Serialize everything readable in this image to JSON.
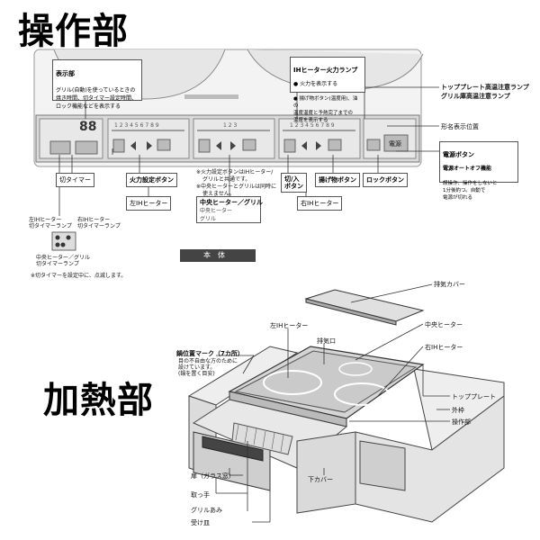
{
  "headings": {
    "operation": "操作部",
    "heating": "加熱部"
  },
  "top": {
    "display_title": "表示部",
    "display_desc": "グリル(自動)を使っているときの\n焼き時間、切タイマー設定時間、\nロック機能などを表示する",
    "ih_lamp_title": "IHヒーター火力ランプ",
    "ih_lamp_desc1": "● 火力を表示する",
    "ih_lamp_desc2": "● 揚げ物ボタン(温度用)、油の\n温度温度と予熱完了までの\n温度を表示する",
    "top_plate_lamp": "トッププレート高温注意ランプ",
    "grill_lamp": "グリル庫高温注意ランプ",
    "brand_position": "形名表示位置",
    "power_button": "電源ボタン",
    "auto_off_title": "電源オートオフ機能",
    "auto_off_desc": "誤操作、操作をしないと\n1分後約つ。自動で\n電源が切れる",
    "timer_label": "切タイマー",
    "power_set": "火力設定ボタン",
    "left_ih": "左IHヒーター",
    "note1": "※火力設定ボタンはIHヒーター/",
    "note2": "グリルと共通です。",
    "note3": "※中央ヒーターとグリルは同時に",
    "note4": "使えません。",
    "center_grill": "中央ヒーター／グリル",
    "center_heater_sub": "中央ヒーター",
    "grill_sub": "グリル",
    "off_on": "切/入\nボタン",
    "fry_button": "揚げ物ボタン",
    "right_ih": "右IHヒーター",
    "lock_button": "ロックボタン",
    "timer_lamp_left": "左IHヒーター\n切タイマーランプ",
    "timer_lamp_right": "右IHヒーター\n切タイマーランプ",
    "timer_lamp_center": "中央ヒーター／グリル\n切タイマーランプ",
    "timer_lamp_note": "※切タイマーを設定中に、点滅します。",
    "scale_numbers": "1 2 3 4 5 6 7 8 9",
    "center_scale": "1 2 3",
    "badge": "本体",
    "display_digits": "88",
    "button_power": "電源"
  },
  "bottom": {
    "exhaust_cover": "排気カバー",
    "left_ih": "左IHヒーター",
    "exhaust_port": "排気口",
    "center_heater": "中央ヒーター",
    "right_ih": "右IHヒーター",
    "pot_mark_title": "鍋位置マーク（7カ所）",
    "pot_mark_desc": "目の不自由な方のために\n設けています。\n(鍋を置く目安)",
    "top_plate": "トッププレート",
    "outer_frame": "外枠",
    "operation_part": "操作部",
    "door": "扉（ガラス窓）",
    "handle": "取っ手",
    "grill_net": "グリルあみ",
    "tray": "受け皿",
    "lower_cover": "下カバー"
  }
}
